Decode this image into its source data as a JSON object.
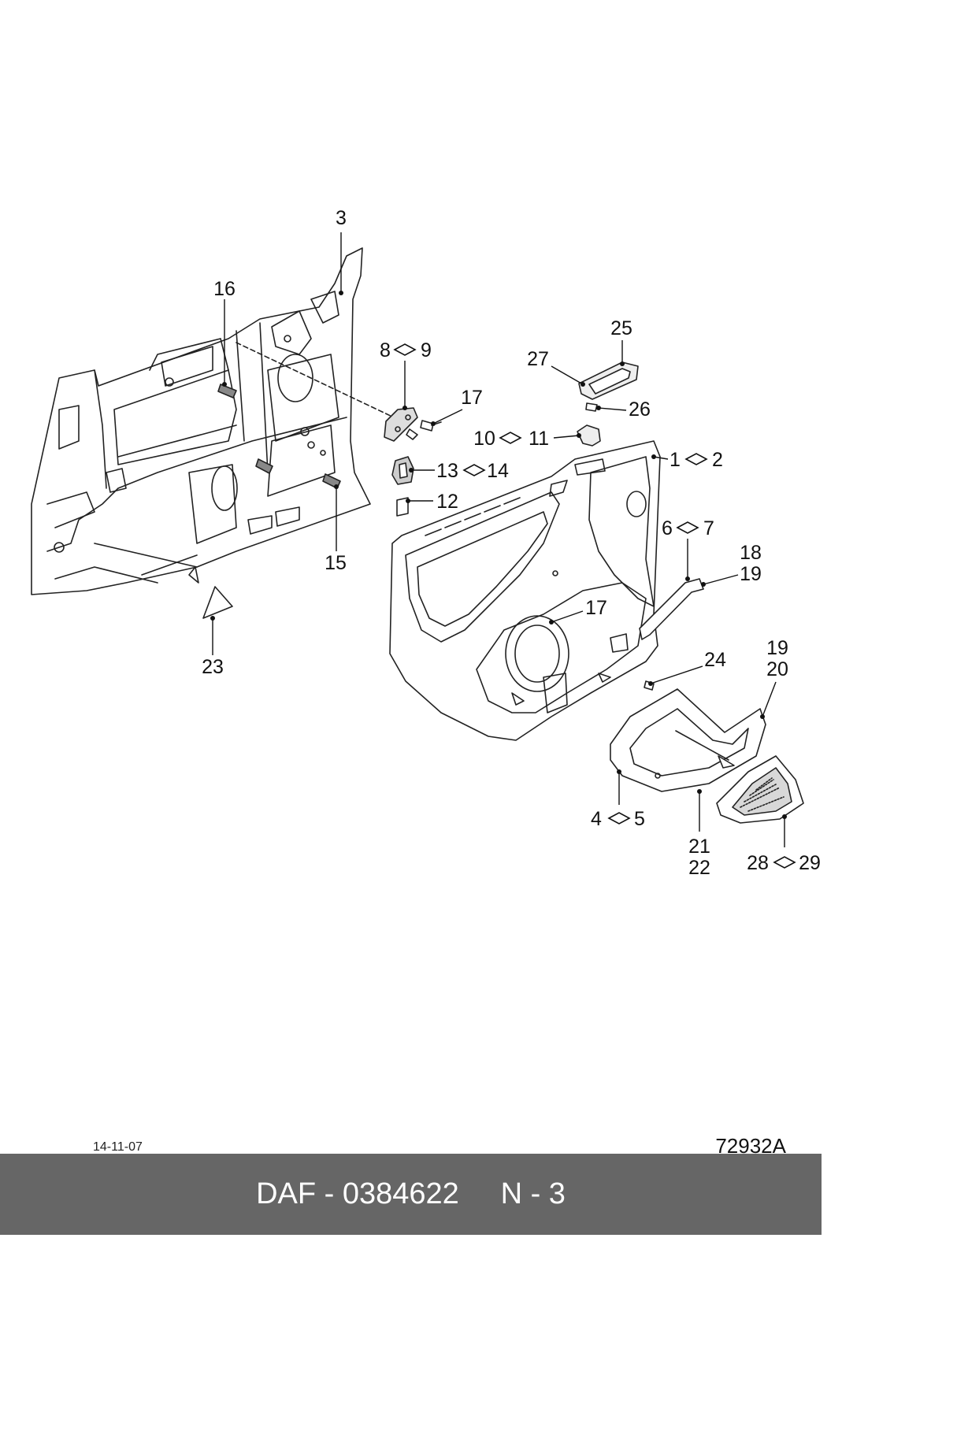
{
  "callouts": {
    "c3": "3",
    "c16": "16",
    "c8": "8",
    "c9": "9",
    "c17a": "17",
    "c25": "25",
    "c27": "27",
    "c26": "26",
    "c10": "10",
    "c11": "11",
    "c1": "1",
    "c2": "2",
    "c13": "13",
    "c14": "14",
    "c12": "12",
    "c15": "15",
    "c6": "6",
    "c7": "7",
    "c18": "18",
    "c19a": "19",
    "c17b": "17",
    "c23": "23",
    "c24": "24",
    "c19b": "19",
    "c20": "20",
    "c4": "4",
    "c5": "5",
    "c21": "21",
    "c22": "22",
    "c28": "28",
    "c29": "29"
  },
  "date": "14-11-07",
  "drawing_number": "72932A",
  "footer": {
    "label": "DAF - 0384622     N - 3",
    "background": "#666666"
  }
}
